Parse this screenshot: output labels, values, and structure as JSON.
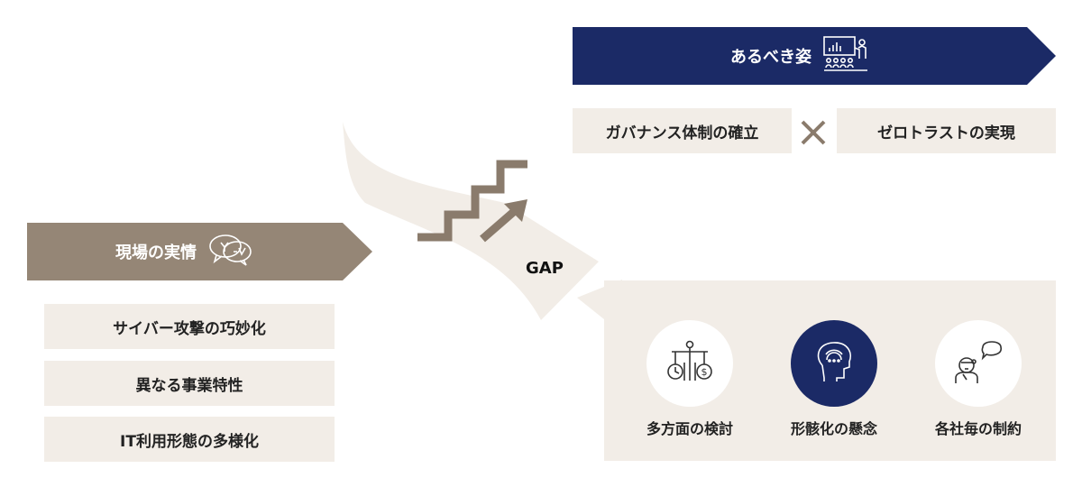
{
  "ideal": {
    "title": "あるべき姿",
    "icon": "presentation-audience-icon",
    "goals": [
      "ガバナンス体制の確立",
      "ゼロトラストの実現"
    ],
    "connector_icon": "cross-icon"
  },
  "reality": {
    "title": "現場の実情",
    "icon": "speech-bubbles-icon",
    "items": [
      "サイバー攻撃の巧妙化",
      "異なる事業特性",
      "IT利用形態の多様化"
    ]
  },
  "gap": {
    "label": "GAP",
    "icon": "stairs-arrow-icon"
  },
  "concerns": [
    {
      "label": "多方面の検討",
      "icon": "balance-scale-icon"
    },
    {
      "label": "形骸化の懸念",
      "icon": "head-thinking-icon"
    },
    {
      "label": "各社毎の制約",
      "icon": "person-thought-icon"
    }
  ],
  "colors": {
    "navy": "#1b2a66",
    "taupe": "#958676",
    "beige": "#f2ede7",
    "stairs": "#8a7b6c"
  }
}
